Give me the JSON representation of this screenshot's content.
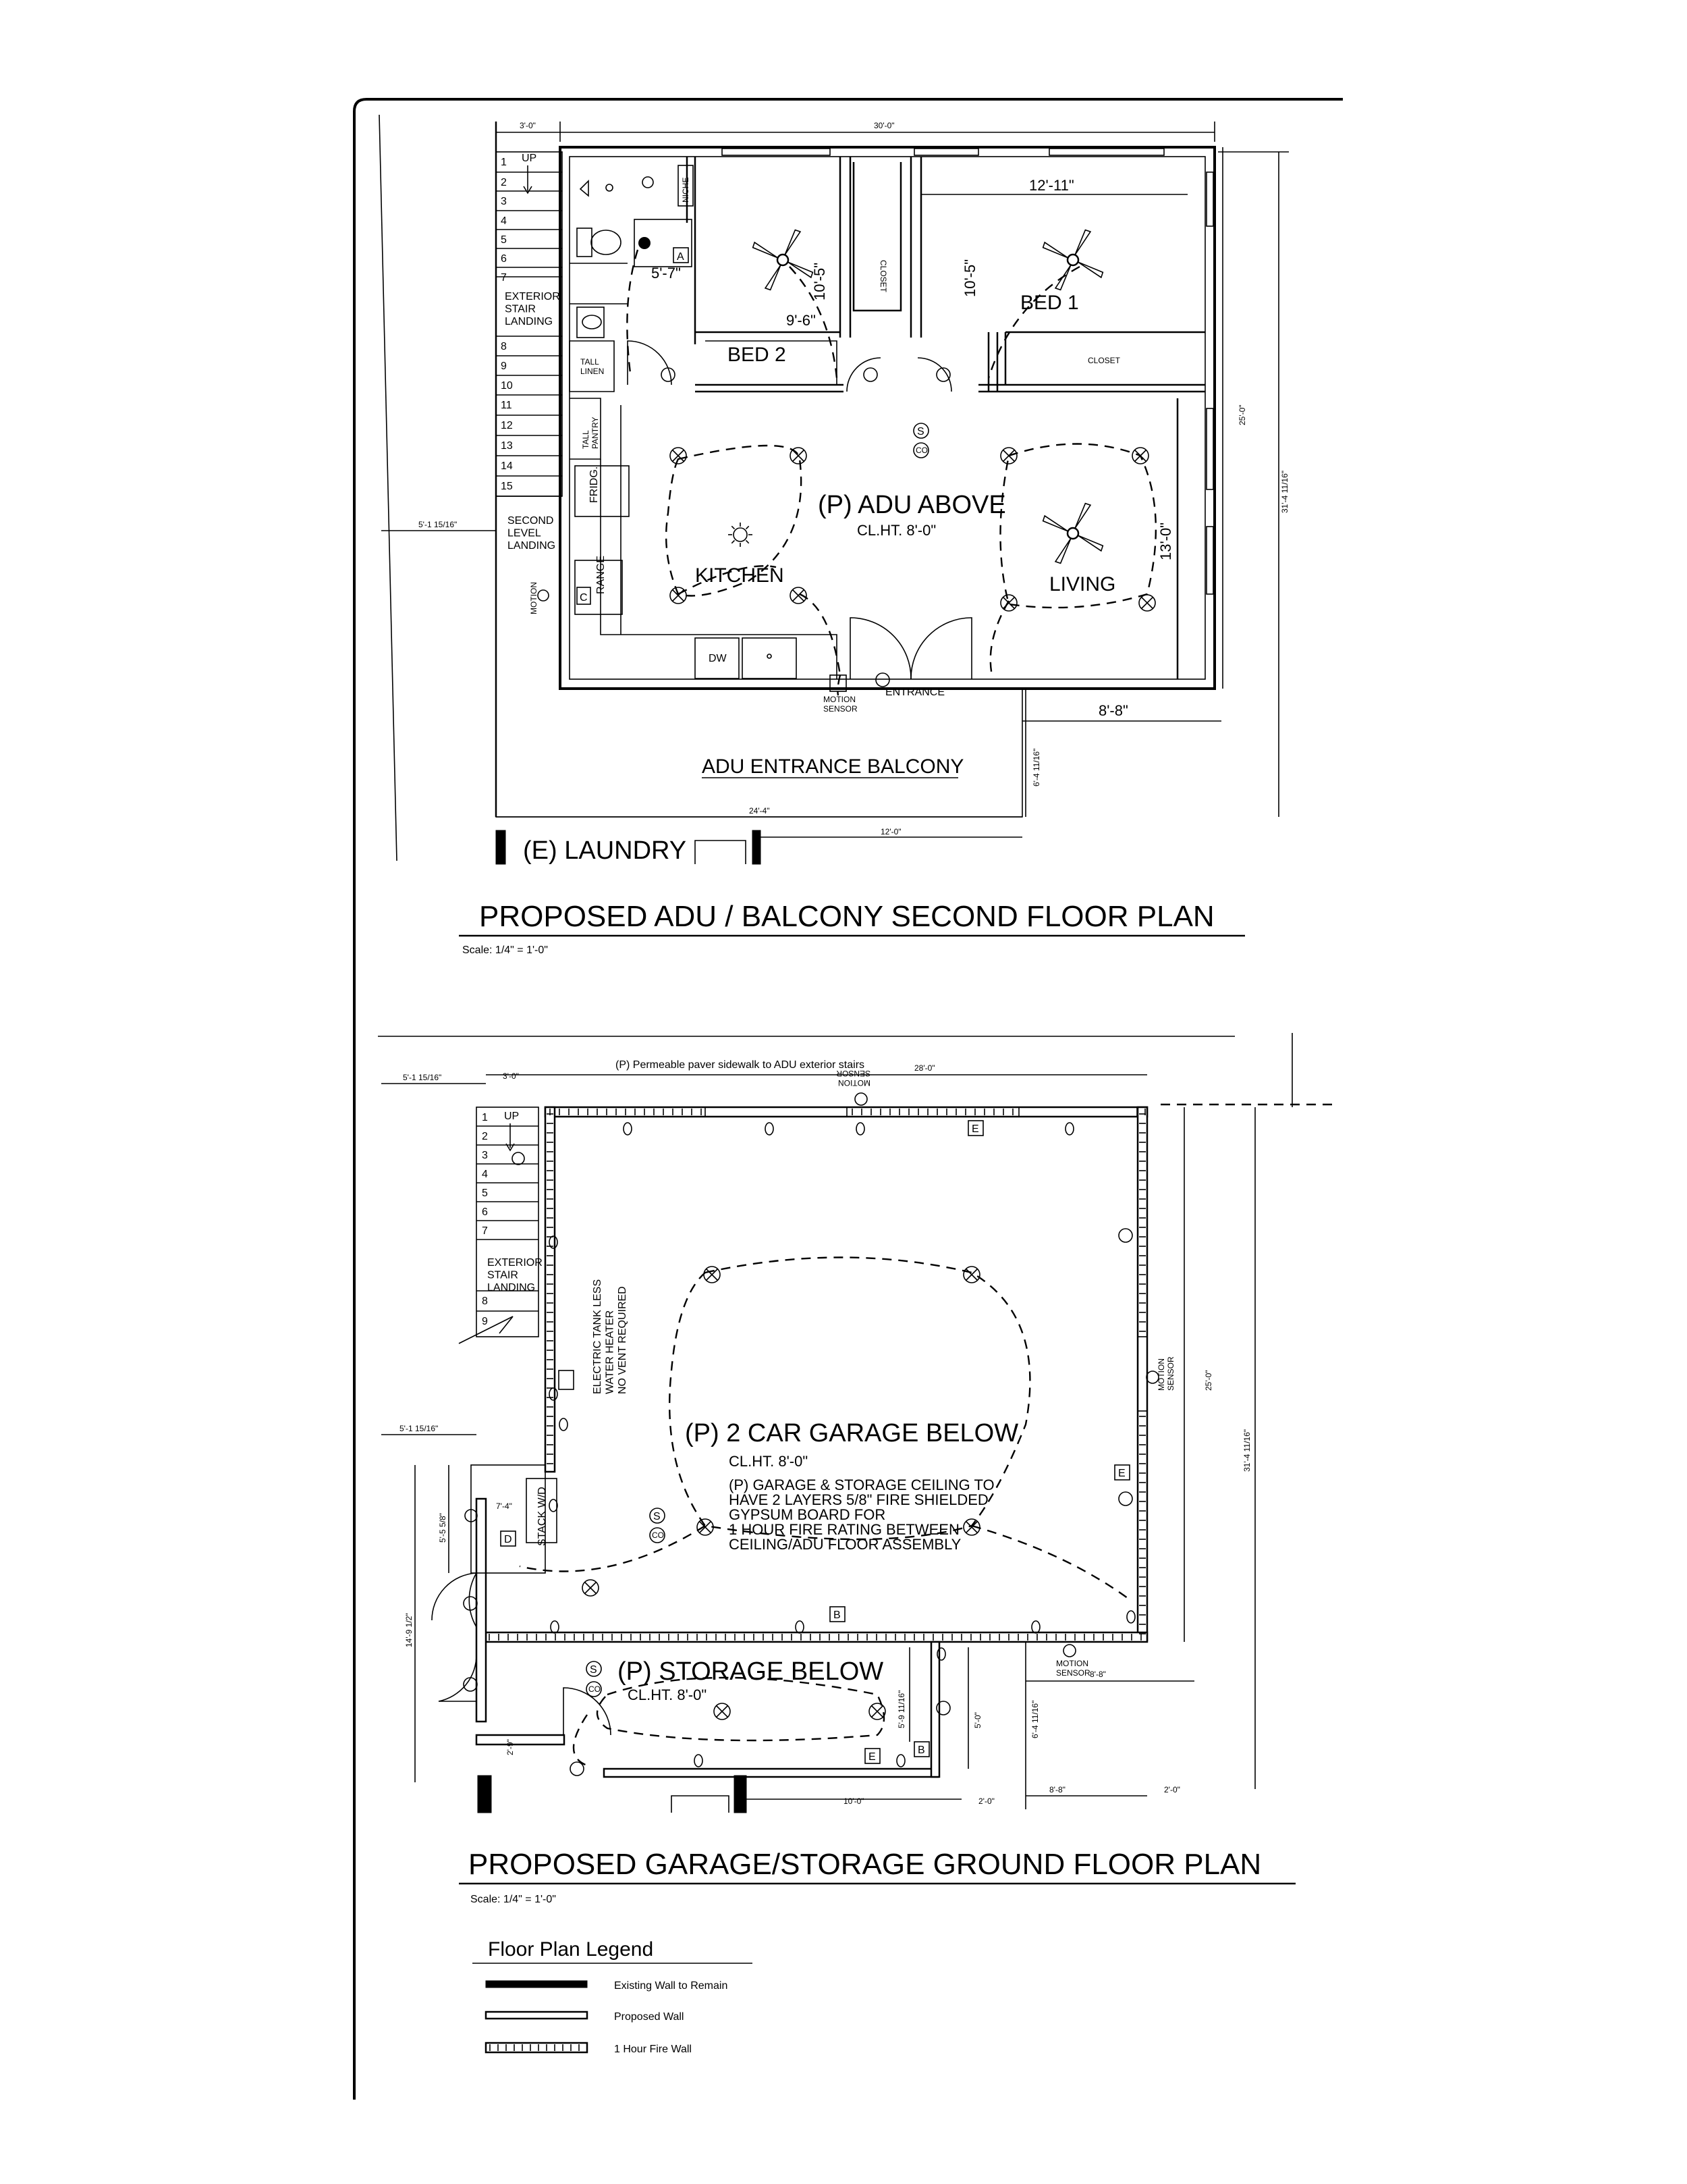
{
  "upper_plan": {
    "title": "PROPOSED ADU / BALCONY SECOND FLOOR PLAN",
    "scale": "Scale: 1/4\" = 1'-0\"",
    "main_label": "(P) ADU ABOVE",
    "ceiling": "CL.HT. 8'-0\"",
    "rooms": {
      "kitchen": "KITCHEN",
      "living": "LIVING",
      "bed1": "BED 1",
      "bed2": "BED 2",
      "closet1": "CLOSET",
      "closet2": "CLOSET",
      "niche": "NICHE",
      "tall_linen": "TALL\nLINEN",
      "tall_pantry": "TALL\nPANTRY",
      "frige": "FRIDG.",
      "range": "RANGE",
      "dw": "DW",
      "entrance": "ENTRANCE",
      "motion_sensor": "MOTION\nSENSOR",
      "balcony": "ADU ENTRANCE BALCONY",
      "laundry": "(E) LAUNDRY",
      "stair_landing": "EXTERIOR\nSTAIR\nLANDING",
      "second_landing": "SECOND\nLEVEL\nLANDING",
      "up": "UP"
    },
    "dims": {
      "top_3": "3'-0\"",
      "top_30": "30'-0\"",
      "bed1_w": "12'-11\"",
      "bed1_h": "10'-5\"",
      "bed2_h": "10'-5\"",
      "bed2_w": "9'-6\"",
      "bath_w": "5'-7\"",
      "living_h": "13'-0\"",
      "right_25": "25'-0\"",
      "right_total": "31'-4 11/16\"",
      "left_offset": "5'-1 15/16\"",
      "bottom_8": "8'-8\"",
      "bottom_24": "24'-4\"",
      "bottom_12": "12'-0\"",
      "balcony_h": "6'-4 11/16\""
    },
    "stair_steps": [
      "1",
      "2",
      "3",
      "4",
      "5",
      "6",
      "7",
      "8",
      "9",
      "10",
      "11",
      "12",
      "13",
      "14",
      "15"
    ]
  },
  "lower_plan": {
    "title": "PROPOSED GARAGE/STORAGE GROUND FLOOR PLAN",
    "scale": "Scale: 1/4\" = 1'-0\"",
    "sidewalk": "(P) Permeable paver sidewalk to ADU exterior stairs",
    "garage_label": "(P) 2 CAR GARAGE BELOW",
    "garage_ceiling": "CL.HT. 8'-0\"",
    "garage_note": [
      "(P) GARAGE & STORAGE CEILING TO",
      "HAVE 2 LAYERS 5/8\" FIRE SHIELDED",
      "GYPSUM BOARD FOR",
      "1 HOUR FIRE RATING BETWEEN",
      "CEILING/ADU FLOOR ASSEMBLY"
    ],
    "storage_label": "(P) STORAGE BELOW",
    "storage_ceiling": "CL.HT. 8'-0\"",
    "water_heater": "ELECTRIC TANK LESS\nWATER HEATER\nNO VENT REQUIRED",
    "stack_wd": "STACK W/D",
    "stair_landing": "EXTERIOR\nSTAIR\nLANDING",
    "motion_sensor": "MOTION\nSENSOR",
    "up": "UP",
    "dims": {
      "top_3": "3'-0\"",
      "top_28": "28'-0\"",
      "left_offset1": "5'-1 15/16\"",
      "left_offset2": "5'-1 15/16\"",
      "right_25": "25'-0\"",
      "right_total": "31'-4 11/16\"",
      "bottom_8a": "8'-8\"",
      "bottom_8b": "8'-8\"",
      "bottom_10": "10'-0\"",
      "bottom_2a": "2'-0\"",
      "bottom_2b": "2'-0\"",
      "storage_5": "5'-0\"",
      "storage_h": "5'-9 11/16\"",
      "right_low": "6'-4 11/16\"",
      "left_14": "14'-9 1/2\"",
      "left_5": "5'-5 5/8\"",
      "left_2": "2'-9\"",
      "small_7": "7'-4\""
    },
    "stair_steps": [
      "1",
      "2",
      "3",
      "4",
      "5",
      "6",
      "7",
      "8",
      "9"
    ]
  },
  "legend": {
    "title": "Floor Plan  Legend",
    "items": [
      {
        "label": "Existing Wall to Remain"
      },
      {
        "label": "Proposed  Wall"
      },
      {
        "label": "1 Hour Fire Wall"
      }
    ]
  }
}
